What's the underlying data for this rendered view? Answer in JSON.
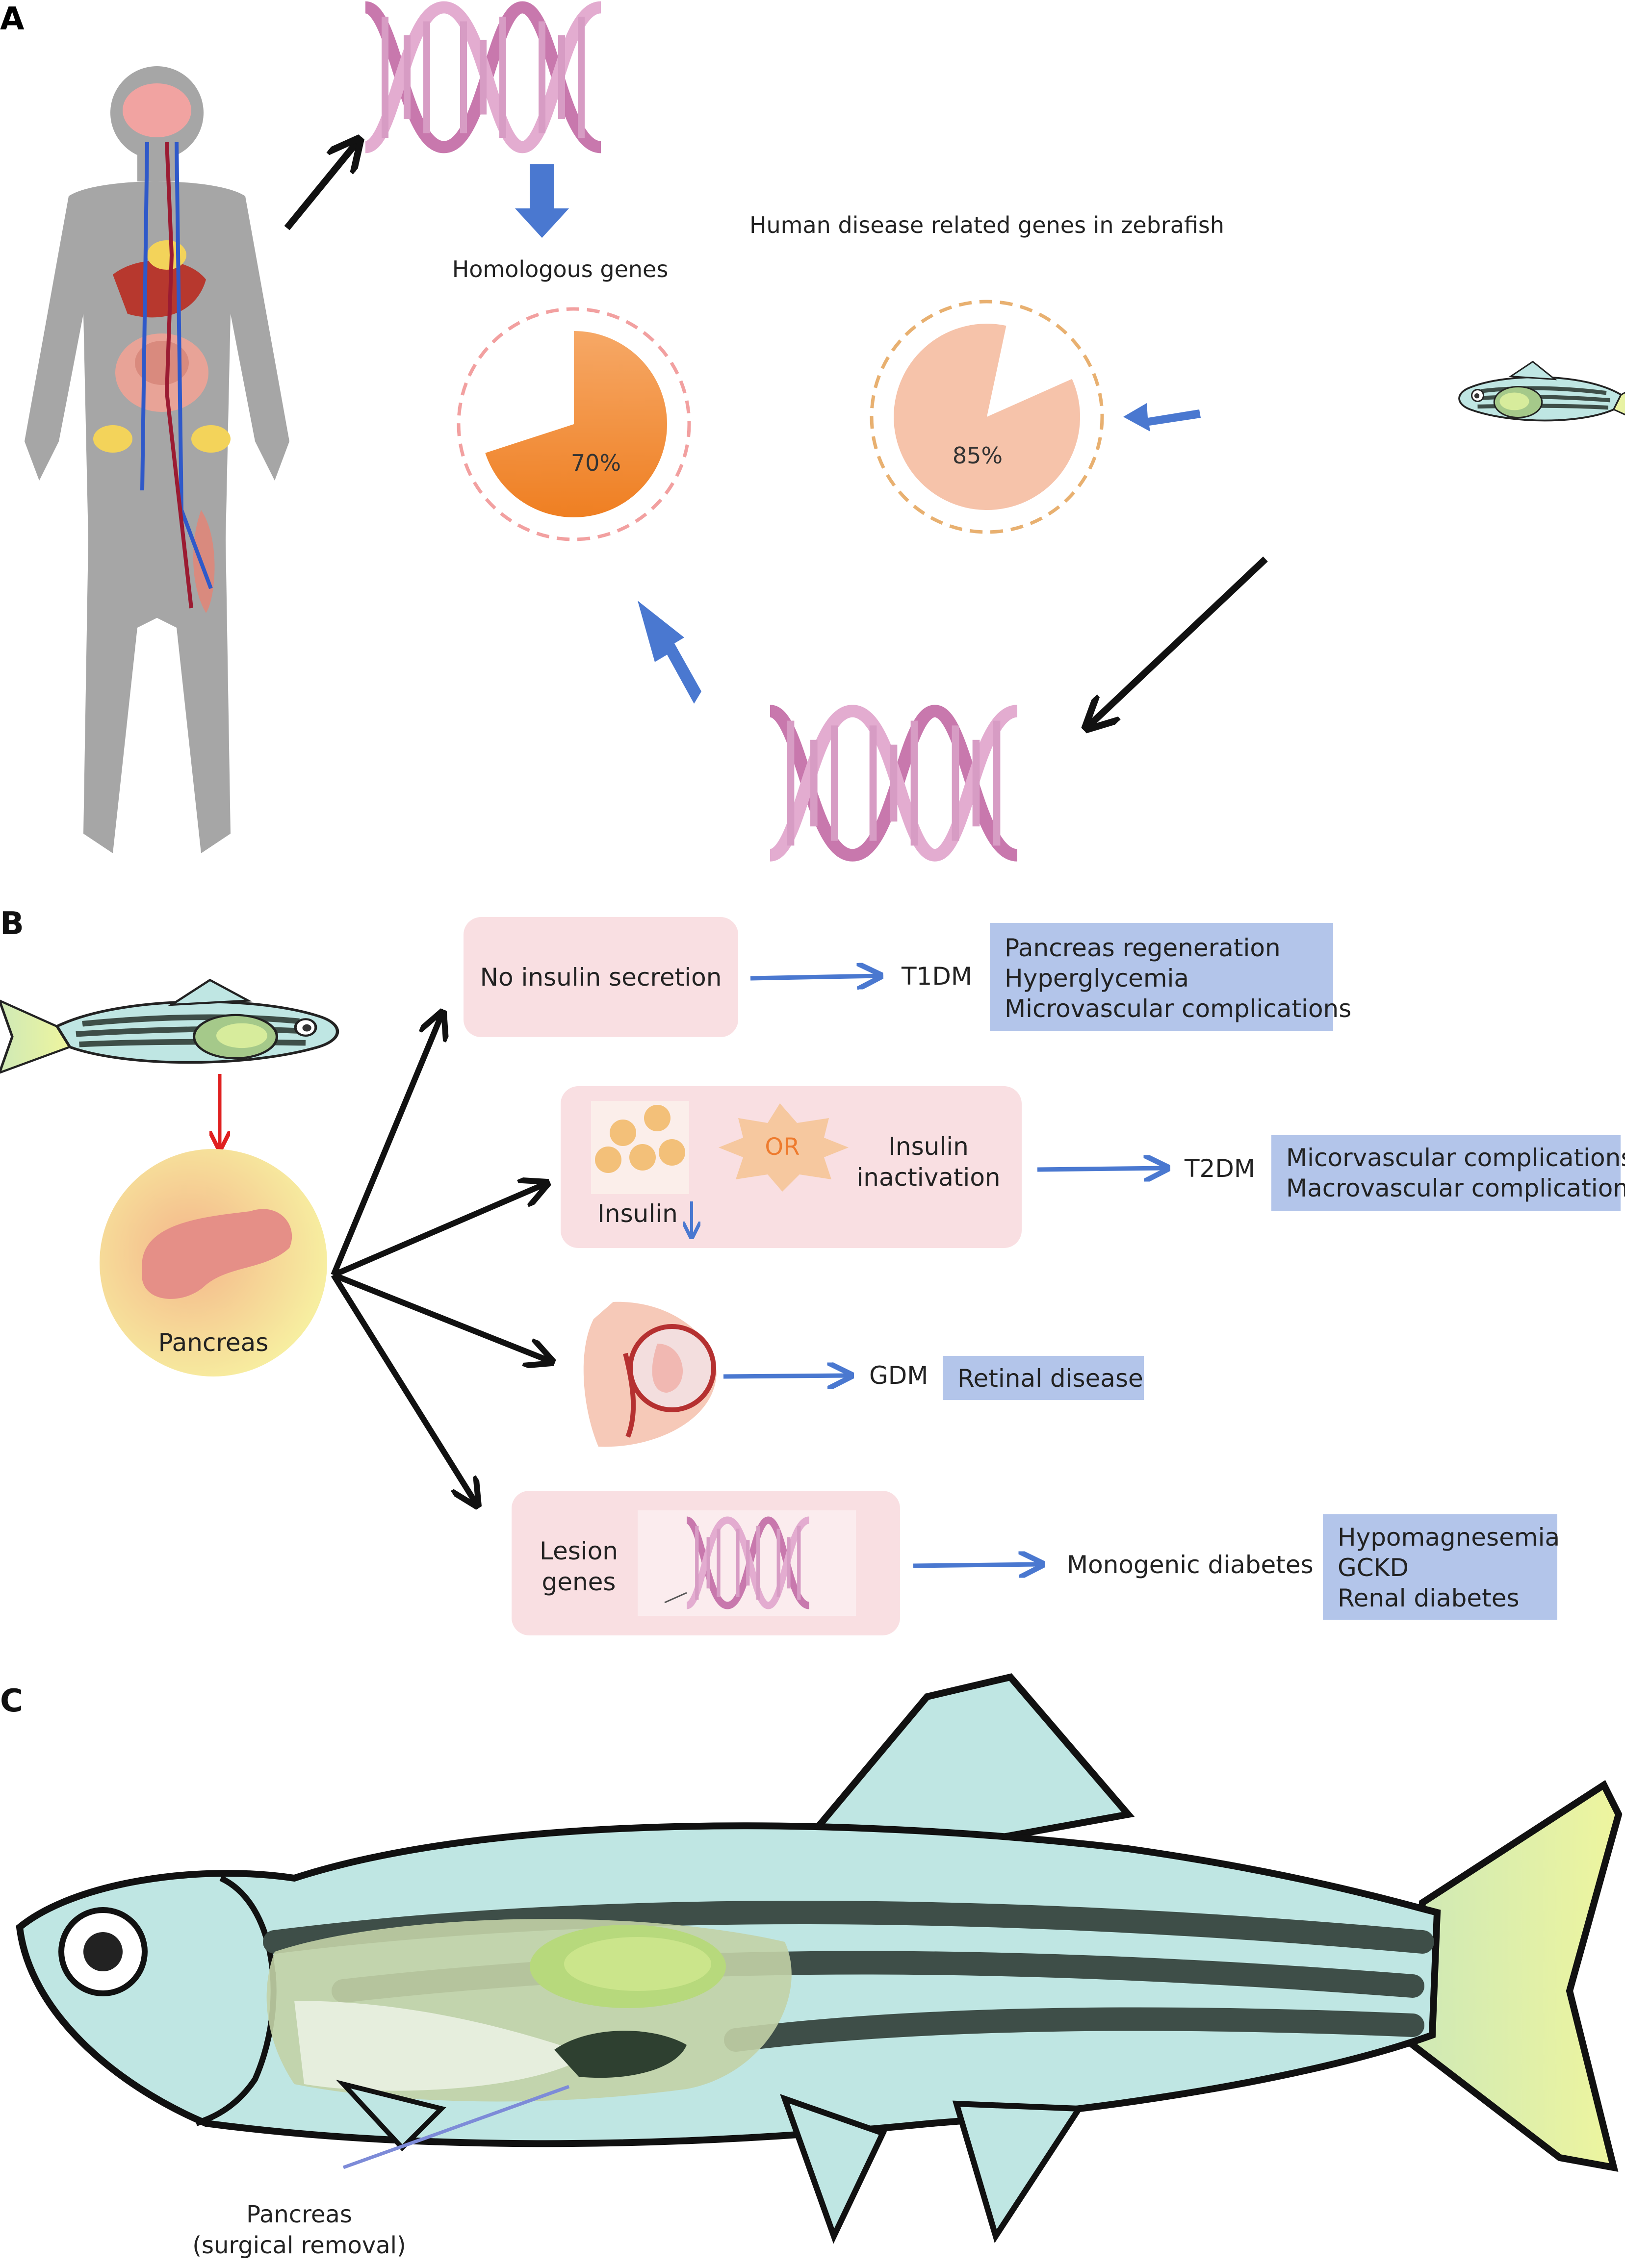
{
  "panels": {
    "a": "A",
    "b": "B",
    "c": "C"
  },
  "panel_a": {
    "homologous_label": "Homologous genes",
    "disease_label": "Human disease related genes in zebrafish",
    "pie_left_value": "70%",
    "pie_right_value": "85%",
    "pie_left_fraction": 0.7,
    "pie_right_fraction": 0.85
  },
  "panel_b": {
    "pancreas_label": "Pancreas",
    "row1": {
      "box": "No insulin secretion",
      "result": "T1DM",
      "effects": [
        "Pancreas regeneration",
        "Hyperglycemia",
        "Microvascular complications"
      ]
    },
    "row2": {
      "insulin": "Insulin",
      "or": "OR",
      "inactivation_1": "Insulin",
      "inactivation_2": "inactivation",
      "result": "T2DM",
      "effects": [
        "Micorvascular complications",
        "Macrovascular complications"
      ]
    },
    "row3": {
      "result": "GDM",
      "effects": [
        "Retinal disease"
      ]
    },
    "row4": {
      "box_1": "Lesion",
      "box_2": "genes",
      "result": "Monogenic diabetes",
      "effects": [
        "Hypomagnesemia",
        "GCKD",
        "Renal diabetes"
      ]
    }
  },
  "panel_c": {
    "label_1": "Pancreas",
    "label_2": "(surgical removal)"
  },
  "colors": {
    "blue_arrow": "#4a78d0",
    "pink_box": "#f9dfe2",
    "blue_box": "#b3c5ea",
    "pie_left": "#f08a2e",
    "pie_right": "#f6c3aa",
    "dna": "#cf7fae",
    "fish_body": "#bfe6e3",
    "body_gray": "#a6a6a6"
  }
}
